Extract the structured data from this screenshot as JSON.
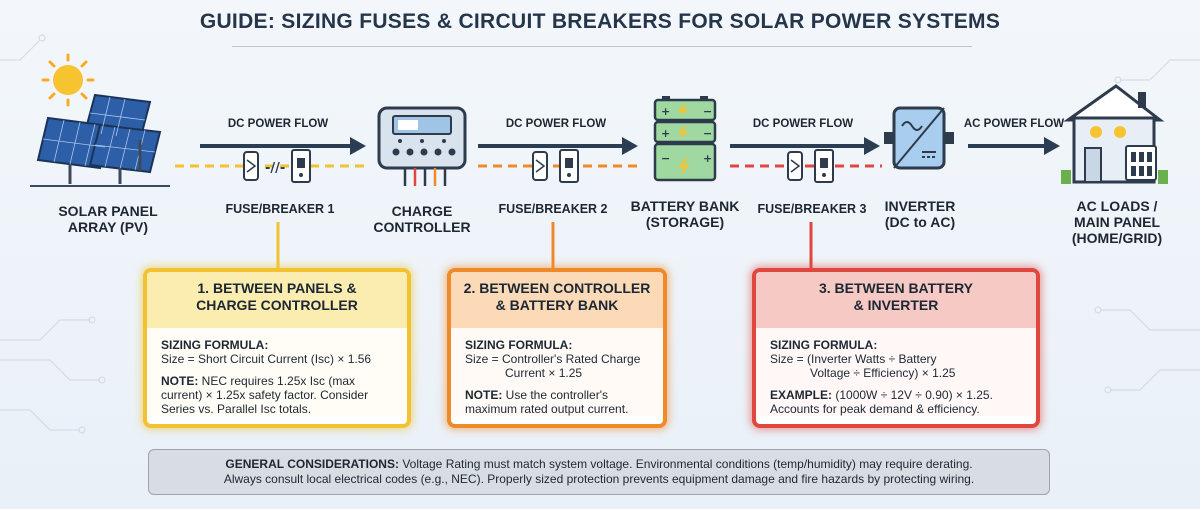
{
  "title": "GUIDE: SIZING FUSES & CIRCUIT BREAKERS FOR SOLAR POWER SYSTEMS",
  "components": {
    "solar_panel": [
      "SOLAR PANEL",
      "ARRAY (PV)"
    ],
    "charge_controller": [
      "CHARGE",
      "CONTROLLER"
    ],
    "battery_bank": [
      "BATTERY BANK",
      "(STORAGE)"
    ],
    "inverter": [
      "INVERTER",
      "(DC to AC)"
    ],
    "ac_loads": [
      "AC LOADS /",
      "MAIN PANEL",
      "(HOME/GRID)"
    ]
  },
  "flows": {
    "dc1": "DC POWER FLOW",
    "dc2": "DC POWER FLOW",
    "dc3": "DC POWER FLOW",
    "ac": "AC POWER FLOW"
  },
  "fuses": {
    "f1": "FUSE/BREAKER 1",
    "f2": "FUSE/BREAKER 2",
    "f3": "FUSE/BREAKER 3"
  },
  "cards": [
    {
      "heading": [
        "1. BETWEEN PANELS &",
        "CHARGE CONTROLLER"
      ],
      "formula_label": "SIZING FORMULA:",
      "formula": [
        "Size = Short Circuit Current (Isc) × 1.56"
      ],
      "note_label": "NOTE:",
      "note": " NEC requires 1.25x Isc (max current) × 1.25x safety factor. Consider Series vs. Parallel Isc totals."
    },
    {
      "heading": [
        "2. BETWEEN CONTROLLER",
        "& BATTERY BANK"
      ],
      "formula_label": "SIZING FORMULA:",
      "formula": [
        "Size = Controller's Rated Charge",
        "Current × 1.25"
      ],
      "note_label": "NOTE:",
      "note": " Use the controller's maximum rated output current."
    },
    {
      "heading": [
        "3. BETWEEN BATTERY",
        "& INVERTER"
      ],
      "formula_label": "SIZING FORMULA:",
      "formula": [
        "Size = (Inverter Watts ÷ Battery",
        "Voltage ÷ Efficiency) × 1.25"
      ],
      "note_label": "EXAMPLE:",
      "note": " (1000W ÷ 12V ÷ 0.90) × 1.25. Accounts for peak demand & efficiency."
    }
  ],
  "footer": {
    "label": "GENERAL CONSIDERATIONS:",
    "line1": " Voltage Rating must match system voltage. Environmental conditions (temp/humidity) may require derating.",
    "line2": "Always consult local electrical codes (e.g., NEC). Properly sized protection prevents equipment damage and fire hazards by protecting wiring."
  },
  "colors": {
    "card1": "#f1c232",
    "card2": "#ef8a2a",
    "card3": "#e0473f",
    "arrow": "#2b3d52"
  }
}
